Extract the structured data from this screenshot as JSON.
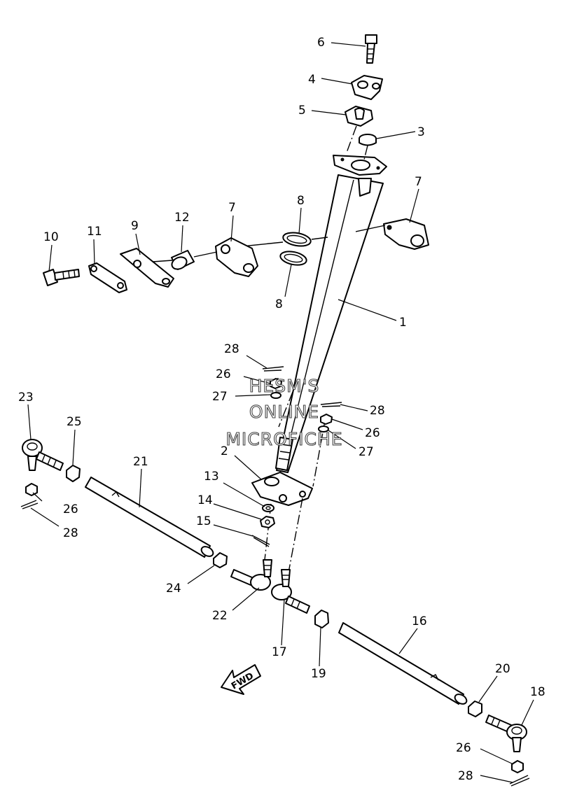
{
  "labels": {
    "p1": "1",
    "p2": "2",
    "p3": "3",
    "p4": "4",
    "p5": "5",
    "p6": "6",
    "p7a": "7",
    "p7b": "7",
    "p8a": "8",
    "p8b": "8",
    "p9": "9",
    "p10": "10",
    "p11": "11",
    "p12": "12",
    "p13": "13",
    "p14": "14",
    "p15": "15",
    "p16": "16",
    "p17": "17",
    "p18": "18",
    "p19": "19",
    "p20": "20",
    "p21": "21",
    "p22": "22",
    "p23": "23",
    "p24": "24",
    "p25": "25",
    "p26a": "26",
    "p26b": "26",
    "p26c": "26",
    "p26d": "26",
    "p27a": "27",
    "p27b": "27",
    "p28a": "28",
    "p28b": "28",
    "p28c": "28",
    "p28d": "28"
  },
  "watermark": {
    "line1": "HESM'S",
    "line2": "ONLINE",
    "line3": "MICROFICHE"
  },
  "fwd_arrow": "FWD"
}
